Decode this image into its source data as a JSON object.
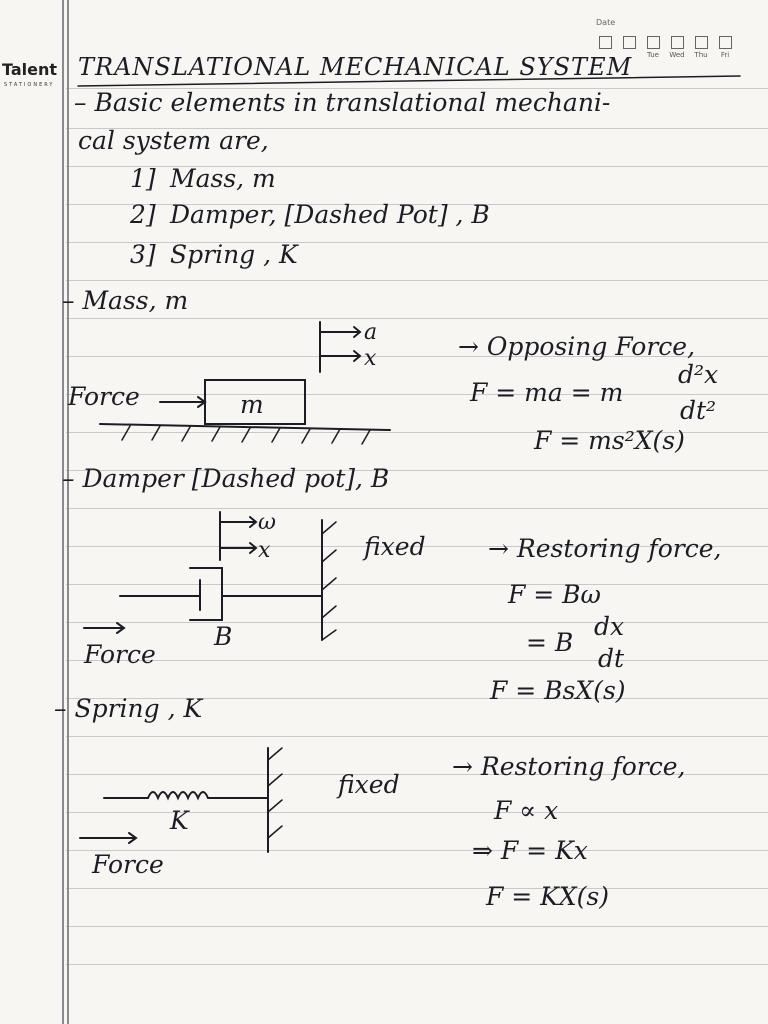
{
  "brand": {
    "name": "Talent",
    "sub": "STATIONERY"
  },
  "header": {
    "date_label": "Date",
    "days": [
      "",
      "",
      "Tue",
      "Wed",
      "Thu",
      "Fri"
    ]
  },
  "title": "TRANSLATIONAL MECHANICAL SYSTEM",
  "intro": {
    "line1": "– Basic elements in translational mechani-",
    "line2": "cal system are,"
  },
  "elements": [
    {
      "num": "1]",
      "label": "Mass, m"
    },
    {
      "num": "2]",
      "label": "Damper, [Dashed Pot] , B"
    },
    {
      "num": "3]",
      "label": "Spring , K"
    }
  ],
  "mass": {
    "heading": "– Mass, m",
    "accel_label": "a",
    "disp_label": "x",
    "block_label": "m",
    "force_label": "Force",
    "eq_title": "→ Opposing Force,",
    "eq1_lhs": "F = ma = m",
    "eq1_num": "d²x",
    "eq1_den": "dt²",
    "eq2": "F = ms²X(s)"
  },
  "damper": {
    "heading": "– Damper [Dashed pot], B",
    "vel_label": "ω",
    "disp_label": "x",
    "fixed_label": "fixed",
    "b_label": "B",
    "force_label": "Force",
    "eq_title": "→ Restoring force,",
    "eq1": "F = Bω",
    "eq2_lhs": "= B",
    "eq2_num": "dx",
    "eq2_den": "dt",
    "eq3": "F = BsX(s)"
  },
  "spring": {
    "heading": "– Spring , K",
    "k_label": "K",
    "fixed_label": "fixed",
    "force_label": "Force",
    "eq_title": "→ Restoring force,",
    "eq1": "F ∝ x",
    "eq2": "⇒ F = Kx",
    "eq3": "F = KX(s)"
  }
}
